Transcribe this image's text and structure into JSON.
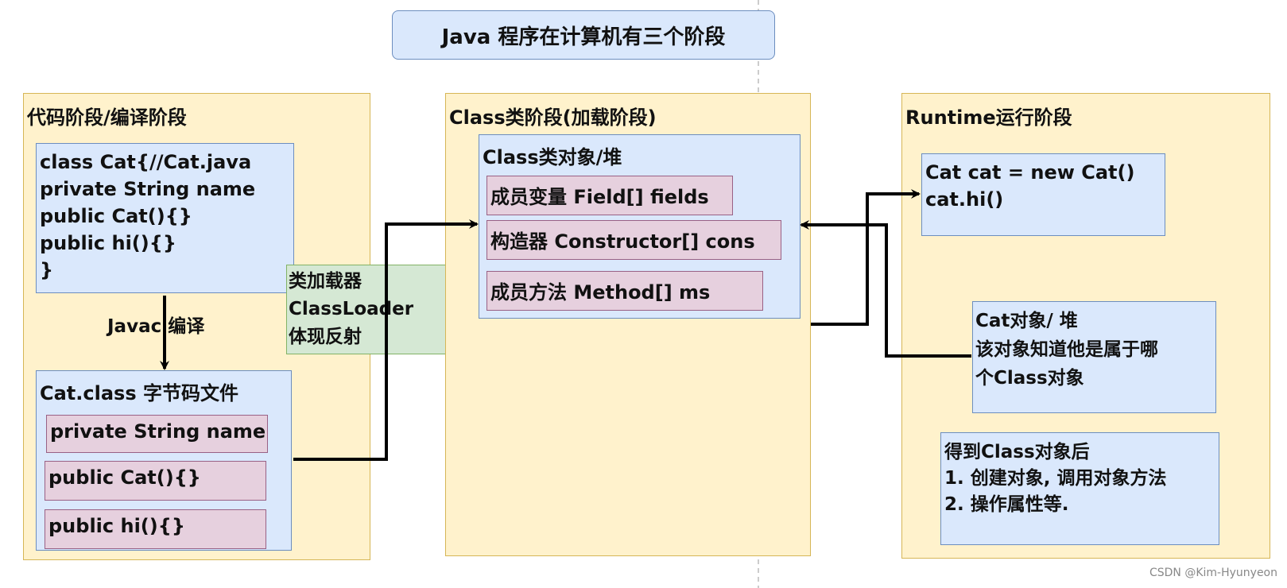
{
  "title": "Java 程序在计算机有三个阶段",
  "stages": {
    "code": {
      "title": "代码阶段/编译阶段",
      "source_lines": [
        "class Cat{//Cat.java",
        "private String name",
        "public Cat(){}",
        "public hi(){}",
        "}"
      ],
      "compile_label": "Javac 编译",
      "bytecode_title": "Cat.class 字节码文件",
      "bytecode_items": [
        "private String name",
        "public Cat(){}",
        "public hi(){}"
      ]
    },
    "class": {
      "title": "Class类阶段(加载阶段)",
      "object_title": "Class类对象/堆",
      "members": [
        "成员变量 Field[] fields",
        "构造器 Constructor[] cons",
        "成员方法 Method[] ms"
      ]
    },
    "runtime": {
      "title": "Runtime运行阶段",
      "code_lines": [
        "Cat cat = new Cat()",
        "cat.hi()"
      ],
      "object_lines": [
        "Cat对象/ 堆",
        "该对象知道他是属于哪",
        "个Class对象"
      ],
      "after_lines": [
        "得到Class对象后",
        "1. 创建对象, 调用对象方法",
        "2. 操作属性等."
      ]
    }
  },
  "classloader_lines": [
    "类加载器",
    "ClassLoader",
    "体现反射"
  ],
  "credit": "CSDN @Kim-Hyunyeon",
  "colors": {
    "stage_fill": "#fff2cc",
    "blue_fill": "#dae8fc",
    "pink_fill": "#e6d0de",
    "green_fill": "#d5e8d4"
  }
}
